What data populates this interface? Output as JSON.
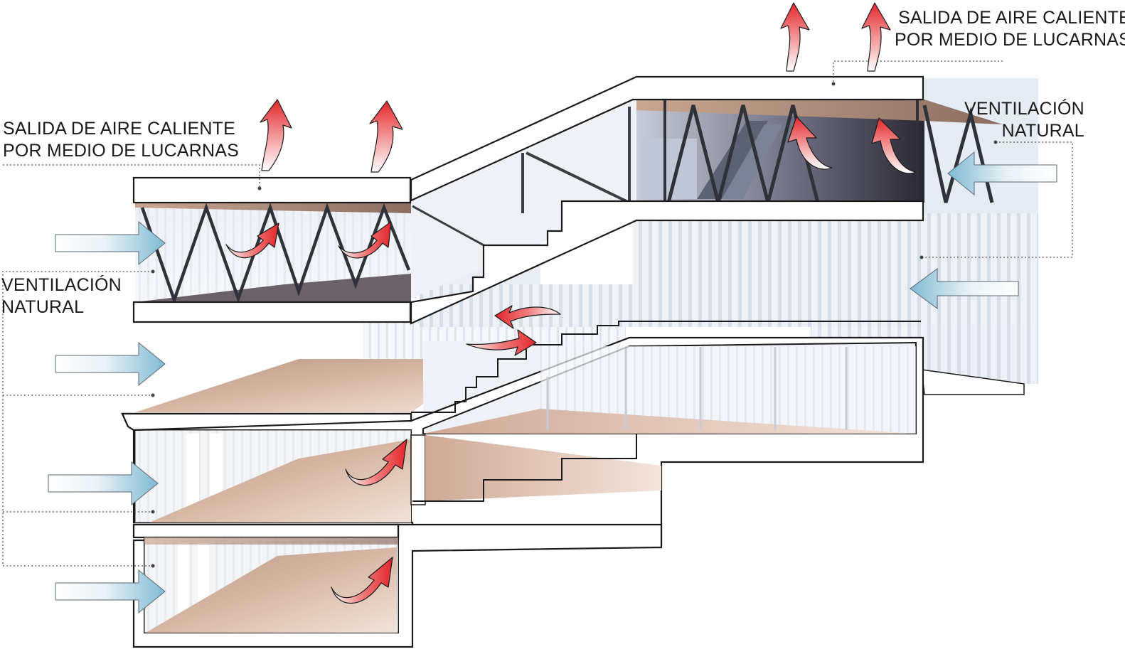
{
  "labels": {
    "top_right": {
      "line1": "SALIDA DE AIRE CALIENTE",
      "line2": "POR MEDIO DE LUCARNAS"
    },
    "top_left": {
      "line1": "SALIDA DE AIRE CALIENTE",
      "line2": "POR MEDIO DE LUCARNAS"
    },
    "vent_left": {
      "line1": "VENTILACIÓN",
      "line2": "NATURAL"
    },
    "vent_right": {
      "line1": "VENTILACIÓN",
      "line2": "NATURAL"
    }
  },
  "colors": {
    "hot_air": "#e3262b",
    "fresh_air": "#8fc3d8",
    "slab": "#ffffff",
    "outline": "#1a1a1a",
    "wood_floor": "#c9a48e",
    "glass": "#dde6ef",
    "truss": "#3a3d44",
    "dark_interior": "#2b2b35"
  },
  "icons": {
    "hot_air_arrow": "curved-up-arrow-red",
    "fresh_air_arrow": "straight-arrow-blue"
  }
}
